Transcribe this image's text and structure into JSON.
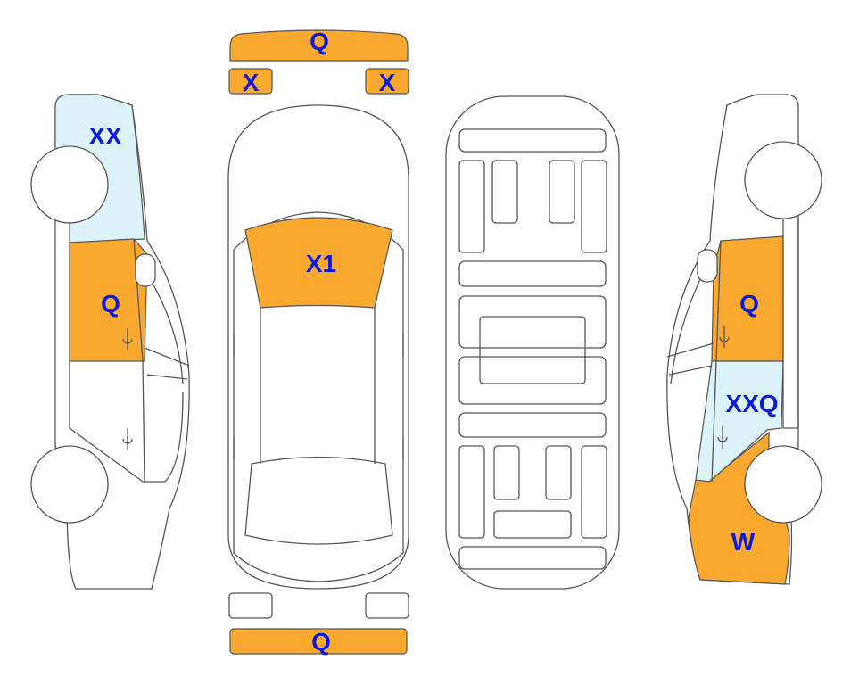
{
  "colors": {
    "damage_orange": "#F9A930",
    "damage_light_blue": "#DDF3FA",
    "label_blue": "#0B1BDC"
  },
  "left_side": {
    "rear_quarter_label": "XX",
    "rear_door_label": "Q"
  },
  "top_view": {
    "front_bumper_label": "Q",
    "left_headlight_label": "X",
    "right_headlight_label": "X",
    "windshield_label": "X1",
    "rear_bumper_label": "Q"
  },
  "right_side": {
    "rear_door_label": "Q",
    "front_door_label": "XXQ",
    "front_fender_label": "W"
  }
}
